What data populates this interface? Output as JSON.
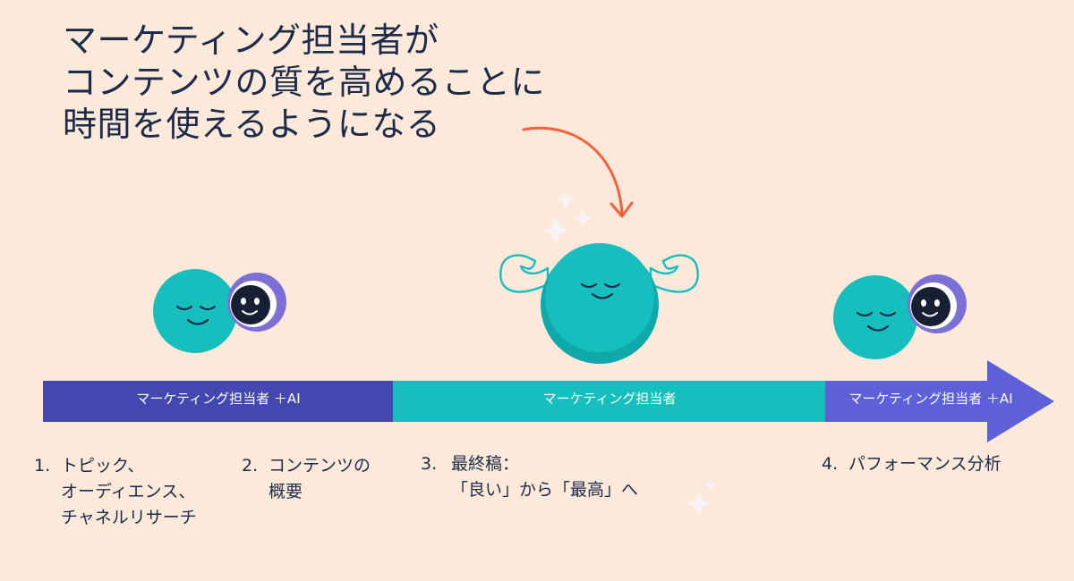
{
  "headline": {
    "lines": [
      "マーケティング担当者が",
      "コンテンツの質を高めることに",
      "時間を使えるようになる"
    ]
  },
  "timeline": {
    "segments": [
      {
        "label": "マーケティング担当者 ＋AI",
        "color": "#4347b0"
      },
      {
        "label": "マーケティング担当者",
        "color": "#16bfbd"
      },
      {
        "label": "マーケティング担当者 ＋AI",
        "color": "#5d60d9"
      }
    ]
  },
  "steps": [
    {
      "number": "1.",
      "lines": [
        "トピック、",
        "オーディエンス、",
        "チャネルリサーチ"
      ]
    },
    {
      "number": "2.",
      "lines": [
        "コンテンツの",
        "概要"
      ]
    },
    {
      "number": "3.",
      "lines": [
        "最終稿：",
        "「良い」から「最高」へ"
      ]
    },
    {
      "number": "4.",
      "lines": [
        "パフォーマンス分析"
      ]
    }
  ],
  "colors": {
    "background": "#fde9da",
    "text": "#1c2b4a",
    "teal_character": "#16bfbd",
    "robot_ring": "#7c6fd6",
    "arrow_accent": "#f2603c"
  },
  "icons": [
    "relaxed-face-icon",
    "robot-ai-icon",
    "strong-face-icon",
    "sparkle-icon",
    "curved-arrow-icon"
  ]
}
